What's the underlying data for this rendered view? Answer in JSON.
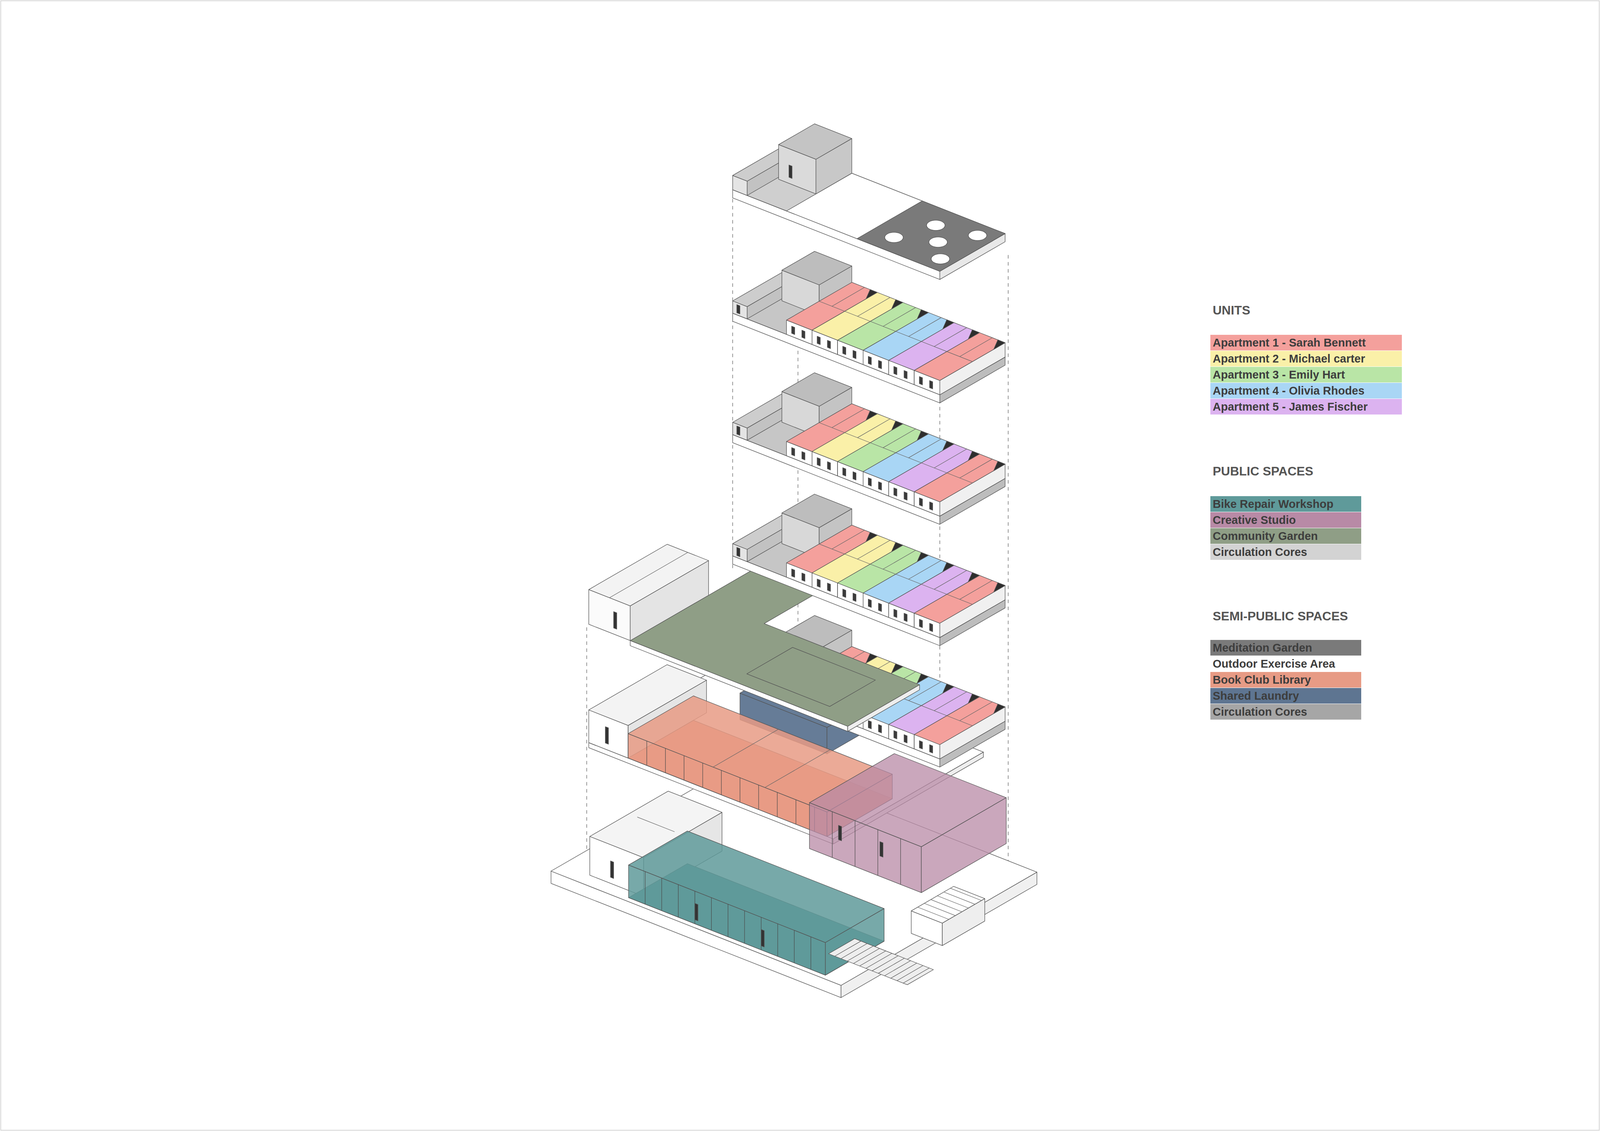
{
  "diagram": {
    "labels": [
      "UNITS",
      "PUBLIC SPACES",
      "SEMI-PUBLIC SPACES"
    ],
    "legend": [
      {
        "text": "Apartment 1 - Sarah Bennett",
        "color": "#f4a09c"
      },
      {
        "text": "Apartment 2 - Michael carter",
        "color": "#faf0a8"
      },
      {
        "text": "Apartment 3 - Emily Hart",
        "color": "#b9e5a6"
      },
      {
        "text": "Apartment 4 - Olivia Rhodes",
        "color": "#a9d6f5"
      },
      {
        "text": "Apartment 5 - James Fischer",
        "color": "#dcb3f0"
      },
      {
        "text": "Bike Repair Workshop",
        "color": "#5f9a9a"
      },
      {
        "text": "Creative Studio",
        "color": "#b88aa6"
      },
      {
        "text": "Community Garden",
        "color": "#8f9e86"
      },
      {
        "text": "Circulation Cores",
        "color": "#d3d3d3"
      },
      {
        "text": "Meditation Garden",
        "color": "#7a7a7a"
      },
      {
        "text": "Outdoor Exercise Area",
        "color": "#ffffff"
      },
      {
        "text": "Book Club Library",
        "color": "#e79b85"
      },
      {
        "text": "Shared Laundry",
        "color": "#5e7591"
      },
      {
        "text": "Circulation Cores",
        "color": "#a6a6a6"
      }
    ]
  }
}
